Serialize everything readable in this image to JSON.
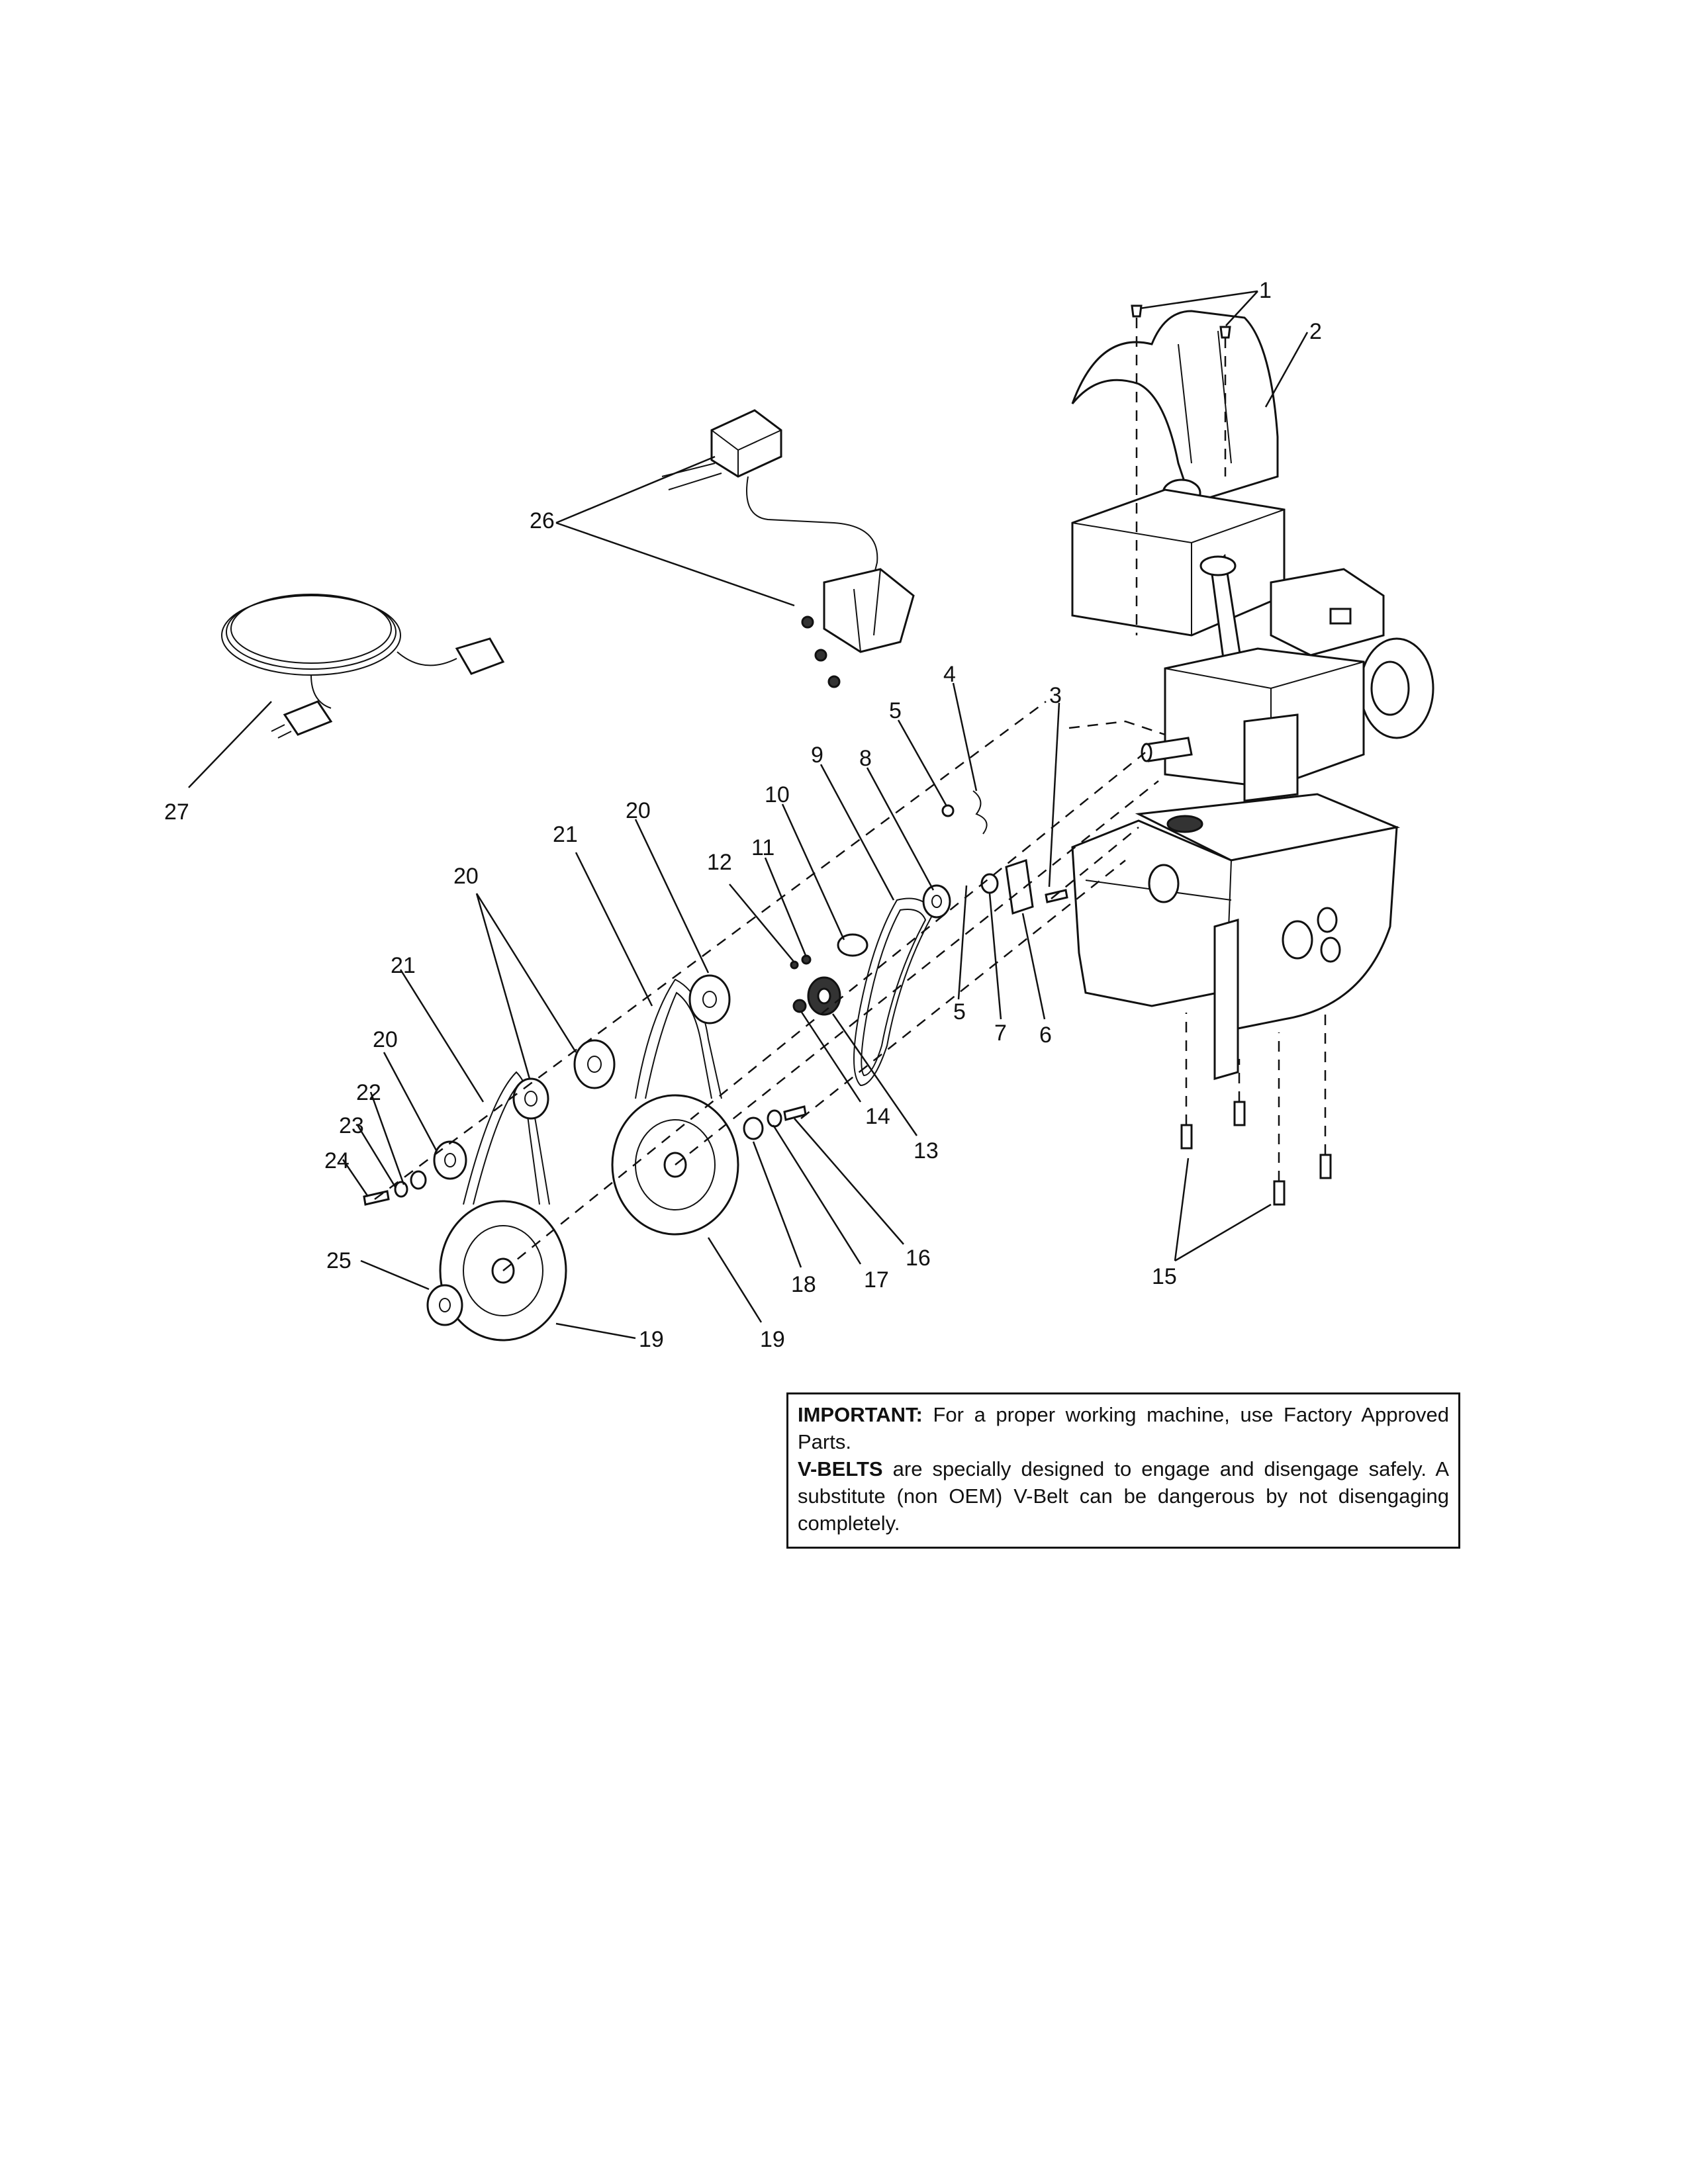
{
  "callouts": {
    "c1": "1",
    "c2": "2",
    "c3": "3",
    "c4": "4",
    "c5a": "5",
    "c5b": "5",
    "c6": "6",
    "c7": "7",
    "c8": "8",
    "c9": "9",
    "c10": "10",
    "c11": "11",
    "c12": "12",
    "c13": "13",
    "c14": "14",
    "c15": "15",
    "c16": "16",
    "c17": "17",
    "c18": "18",
    "c19a": "19",
    "c19b": "19",
    "c20a": "20",
    "c20b": "20",
    "c20c": "20",
    "c21a": "21",
    "c21b": "21",
    "c22": "22",
    "c23": "23",
    "c24": "24",
    "c25": "25",
    "c26": "26",
    "c27": "27"
  },
  "notice": {
    "important_label": "IMPORTANT:",
    "important_text": " For a proper working machine, use Factory Approved Parts.",
    "vbelts_label": "V-BELTS",
    "vbelts_text": " are specially designed to engage and disengage safely. A substitute (non OEM) V-Belt can be dangerous by not disengaging completely."
  }
}
